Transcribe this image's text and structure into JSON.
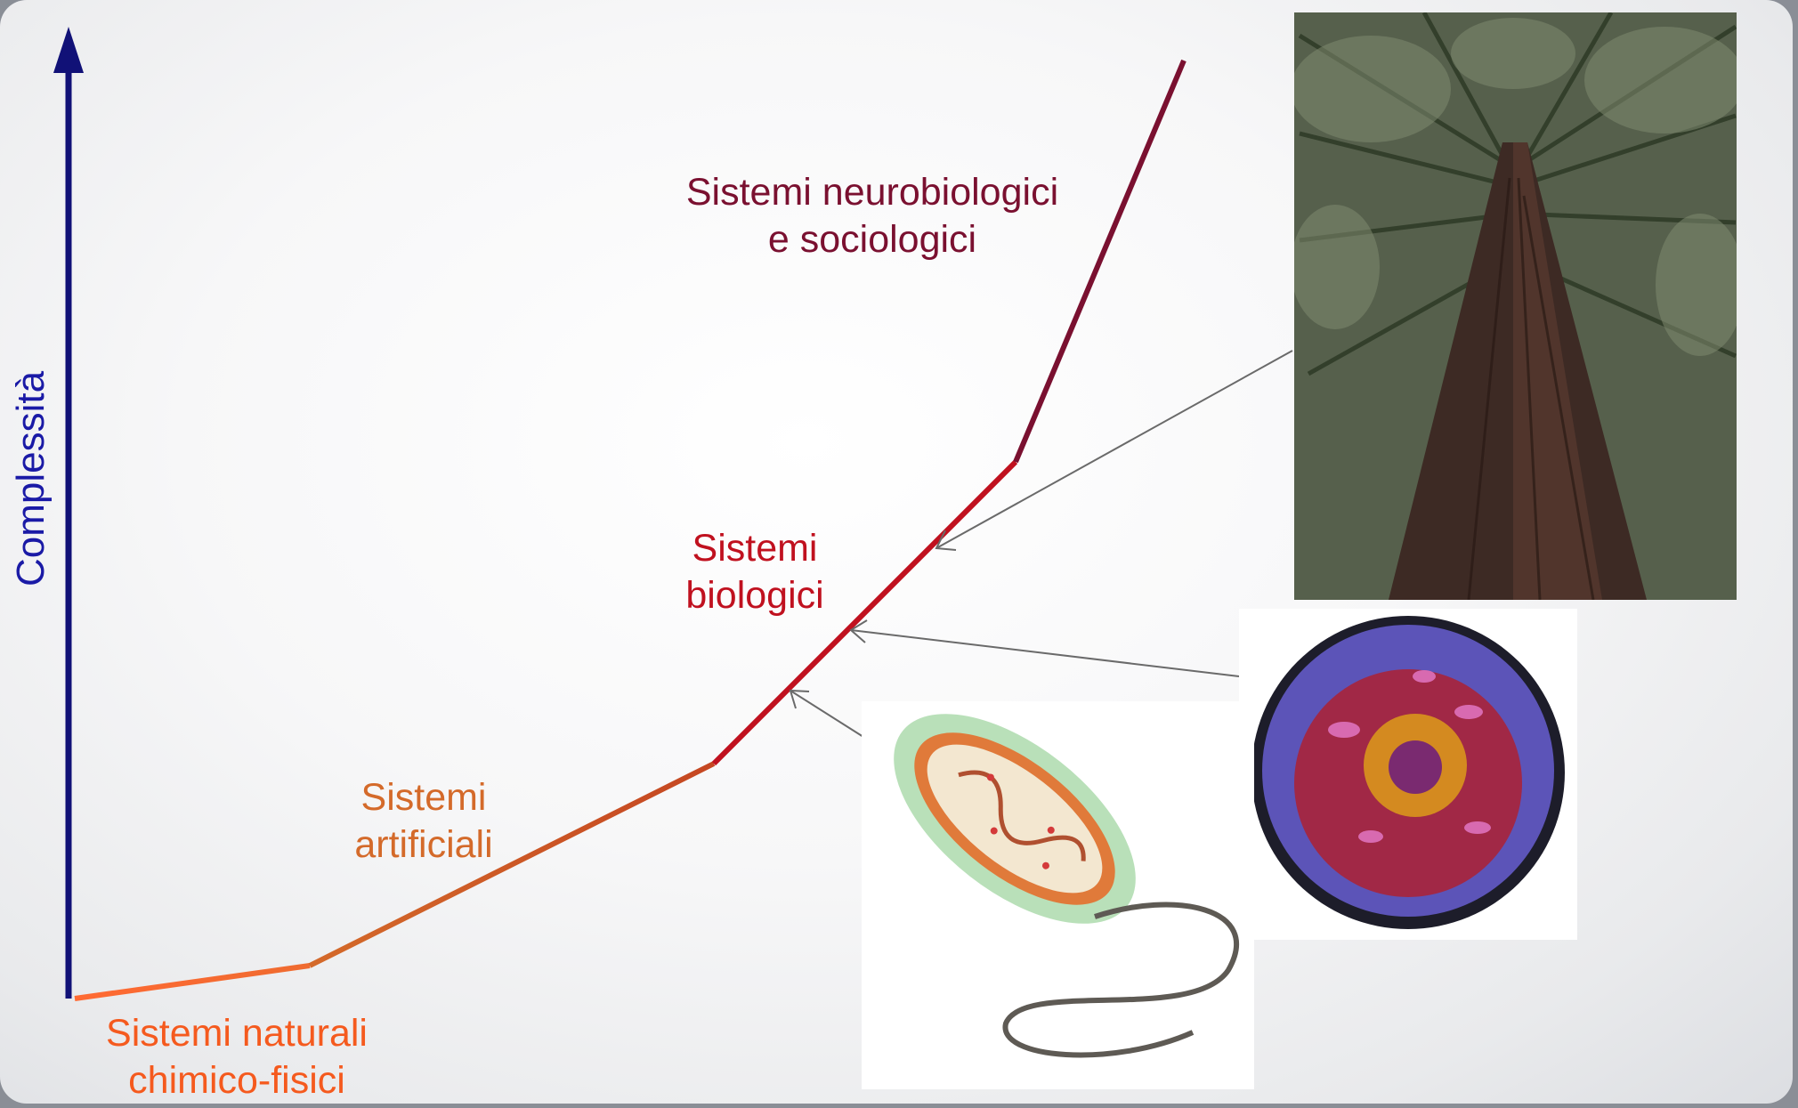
{
  "axis": {
    "label": "Complessità",
    "color": "#111177"
  },
  "stages": [
    {
      "line1": "Sistemi naturali",
      "line2": "chimico-fisici",
      "color": "#f55a1e"
    },
    {
      "line1": "Sistemi",
      "line2": "artificiali",
      "color": "#d46a2a"
    },
    {
      "line1": "Sistemi",
      "line2": "biologici",
      "color": "#c0111f"
    },
    {
      "line1": "Sistemi neurobiologici",
      "line2": "e sociologici",
      "color": "#7a1030"
    }
  ],
  "images": {
    "tree": "redwood-tree-photo",
    "cell": "eukaryotic-cell-illustration",
    "bacterium": "bacterium-illustration"
  }
}
